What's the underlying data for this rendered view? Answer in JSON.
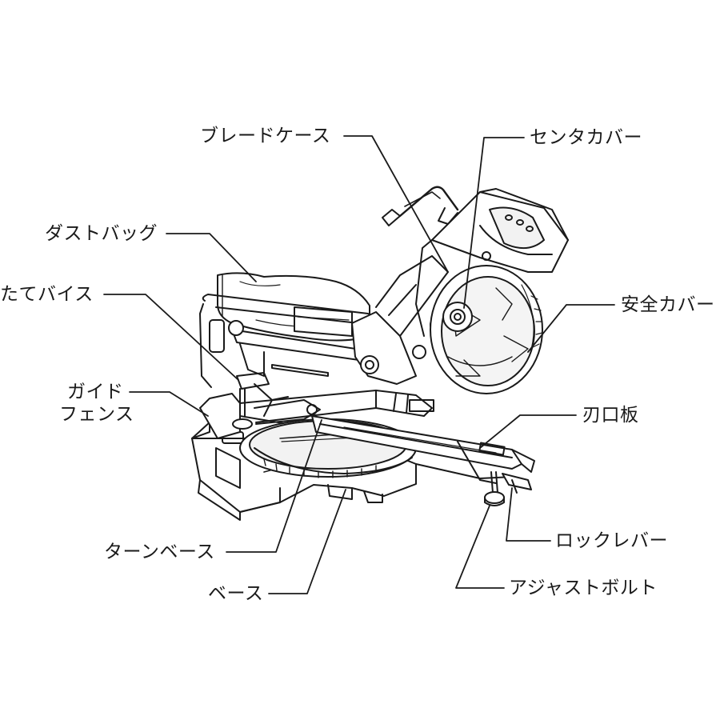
{
  "diagram": {
    "labels": {
      "blade_case": "ブレードケース",
      "center_cover": "センタカバー",
      "dust_bag": "ダストバッグ",
      "vertical_vise": "たてバイス",
      "safety_cover": "安全カバー",
      "guide_fence_line1": "ガイド",
      "guide_fence_line2": "フェンス",
      "kerf_plate": "刃口板",
      "turn_base": "ターンベース",
      "lock_lever": "ロックレバー",
      "base": "ベース",
      "adjust_bolt": "アジャストボルト"
    },
    "colors": {
      "line": "#1a1a1a",
      "fill": "#ffffff",
      "shade": "#e6e6e6"
    }
  }
}
